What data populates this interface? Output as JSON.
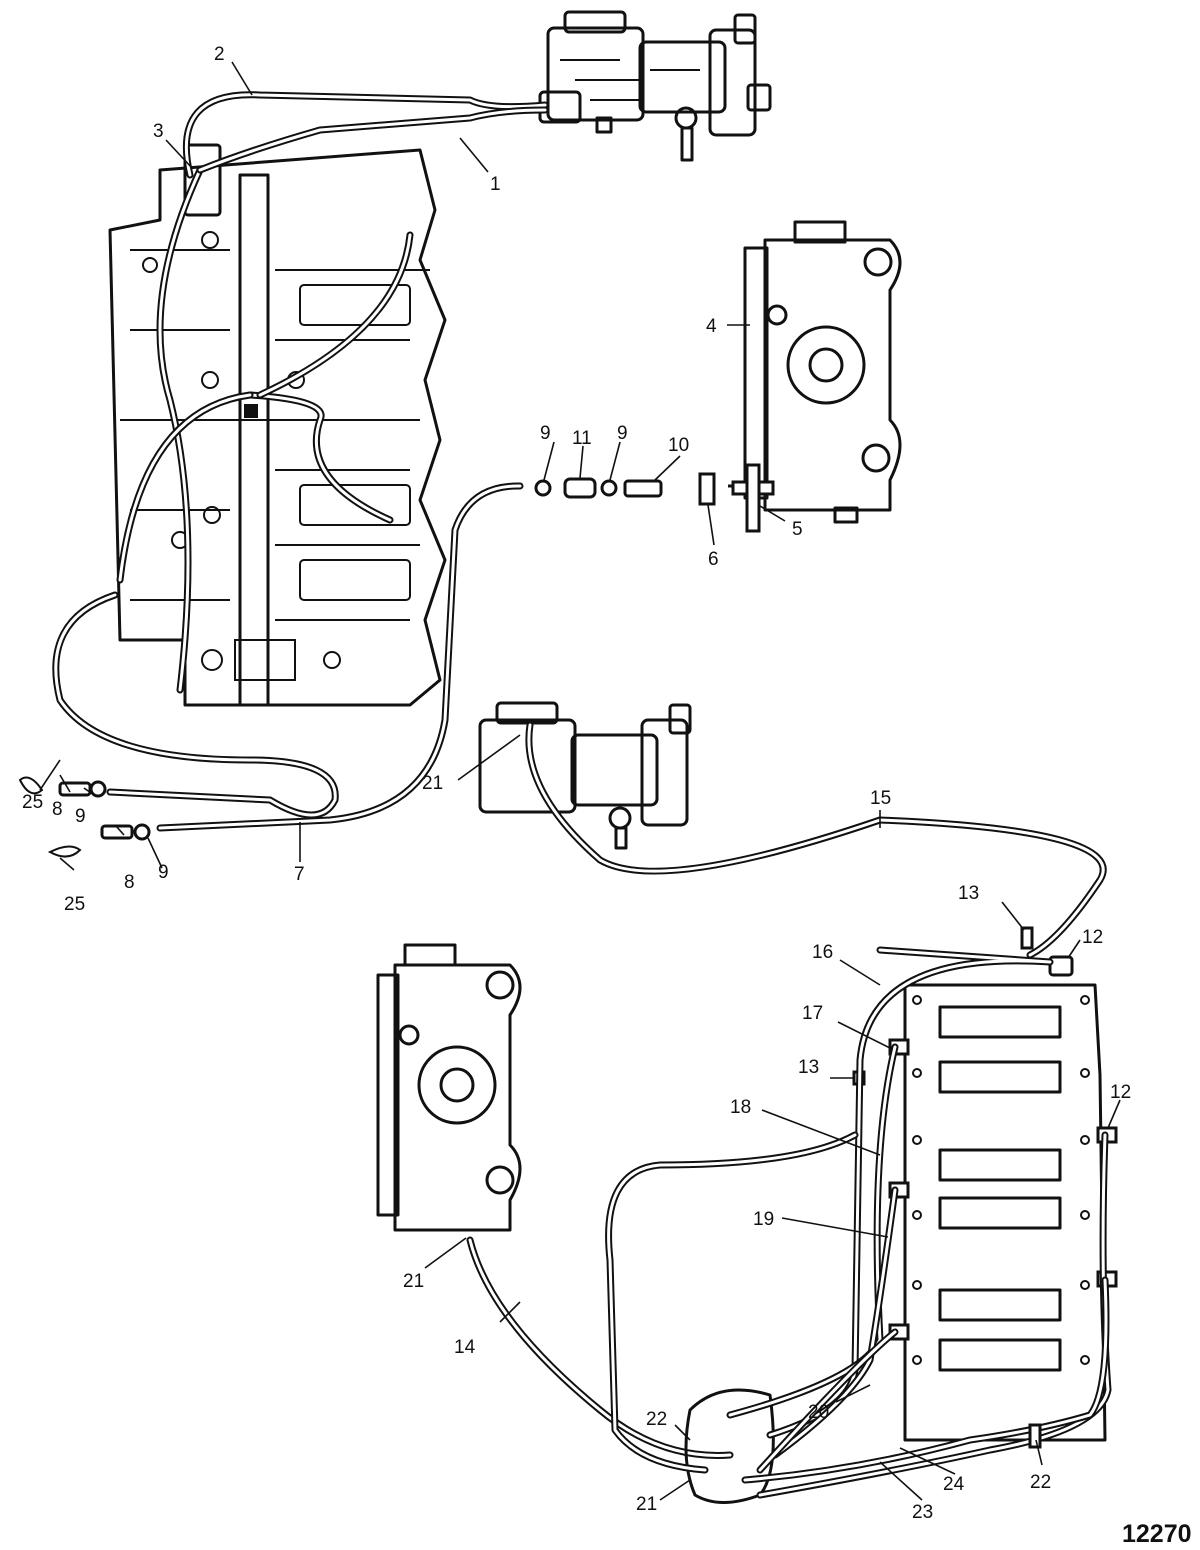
{
  "callouts": [
    {
      "id": "c1",
      "label": "1"
    },
    {
      "id": "c2",
      "label": "2"
    },
    {
      "id": "c3",
      "label": "3"
    },
    {
      "id": "c4",
      "label": "4"
    },
    {
      "id": "c5",
      "label": "5"
    },
    {
      "id": "c6",
      "label": "6"
    },
    {
      "id": "c7",
      "label": "7"
    },
    {
      "id": "c8a",
      "label": "8"
    },
    {
      "id": "c8b",
      "label": "8"
    },
    {
      "id": "c9a",
      "label": "9"
    },
    {
      "id": "c9b",
      "label": "9"
    },
    {
      "id": "c9c",
      "label": "9"
    },
    {
      "id": "c9d",
      "label": "9"
    },
    {
      "id": "c10",
      "label": "10"
    },
    {
      "id": "c11",
      "label": "11"
    },
    {
      "id": "c12a",
      "label": "12"
    },
    {
      "id": "c12b",
      "label": "12"
    },
    {
      "id": "c13a",
      "label": "13"
    },
    {
      "id": "c13b",
      "label": "13"
    },
    {
      "id": "c14",
      "label": "14"
    },
    {
      "id": "c15",
      "label": "15"
    },
    {
      "id": "c16",
      "label": "16"
    },
    {
      "id": "c17",
      "label": "17"
    },
    {
      "id": "c18",
      "label": "18"
    },
    {
      "id": "c19",
      "label": "19"
    },
    {
      "id": "c20",
      "label": "20"
    },
    {
      "id": "c21a",
      "label": "21"
    },
    {
      "id": "c21b",
      "label": "21"
    },
    {
      "id": "c21c",
      "label": "21"
    },
    {
      "id": "c22a",
      "label": "22"
    },
    {
      "id": "c22b",
      "label": "22"
    },
    {
      "id": "c23",
      "label": "23"
    },
    {
      "id": "c24",
      "label": "24"
    },
    {
      "id": "c25a",
      "label": "25"
    },
    {
      "id": "c25b",
      "label": "25"
    }
  ],
  "figure_number": "12270",
  "colors": {
    "line": "#111111",
    "background": "#ffffff"
  }
}
